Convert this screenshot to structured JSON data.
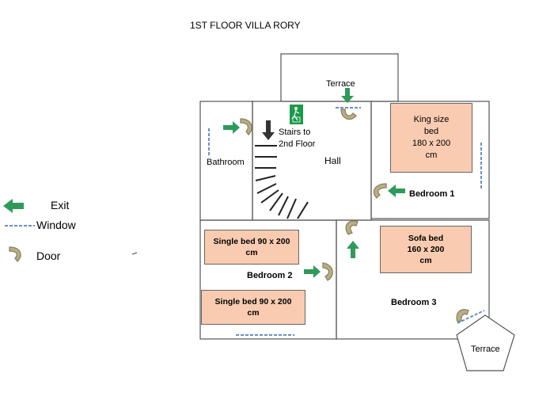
{
  "title": "1ST FLOOR VILLA RORY",
  "rooms": {
    "terrace_top": "Terrace",
    "terrace_bottom": "Terrace",
    "stairs": "Stairs to\n2nd Floor",
    "hall": "Hall",
    "bathroom": "Bathroom",
    "bedroom1": "Bedroom 1",
    "bedroom2": "Bedroom 2",
    "bedroom3": "Bedroom 3"
  },
  "beds": {
    "king": "King size\nbed\n180 x 200\ncm",
    "single1": "Single bed  90 x 200\ncm",
    "single2": "Single  bed 90 x 200\ncm",
    "sofa": "Sofa bed\n160 x 200\ncm"
  },
  "legend": {
    "exit": "Exit",
    "window": "Window",
    "door": "Door"
  },
  "colors": {
    "wall": "#555555",
    "bed_fill": "#f9cbb0",
    "exit_arrow": "#2e9a5a",
    "window_dash": "#6b8fc4",
    "door_swing": "#9b9270",
    "stairs_arrow": "#333333"
  },
  "icons": {
    "exit": "green-arrow-icon",
    "window": "dashed-line-icon",
    "door": "door-swing-icon",
    "emergency": "emergency-exit-sign-icon"
  }
}
